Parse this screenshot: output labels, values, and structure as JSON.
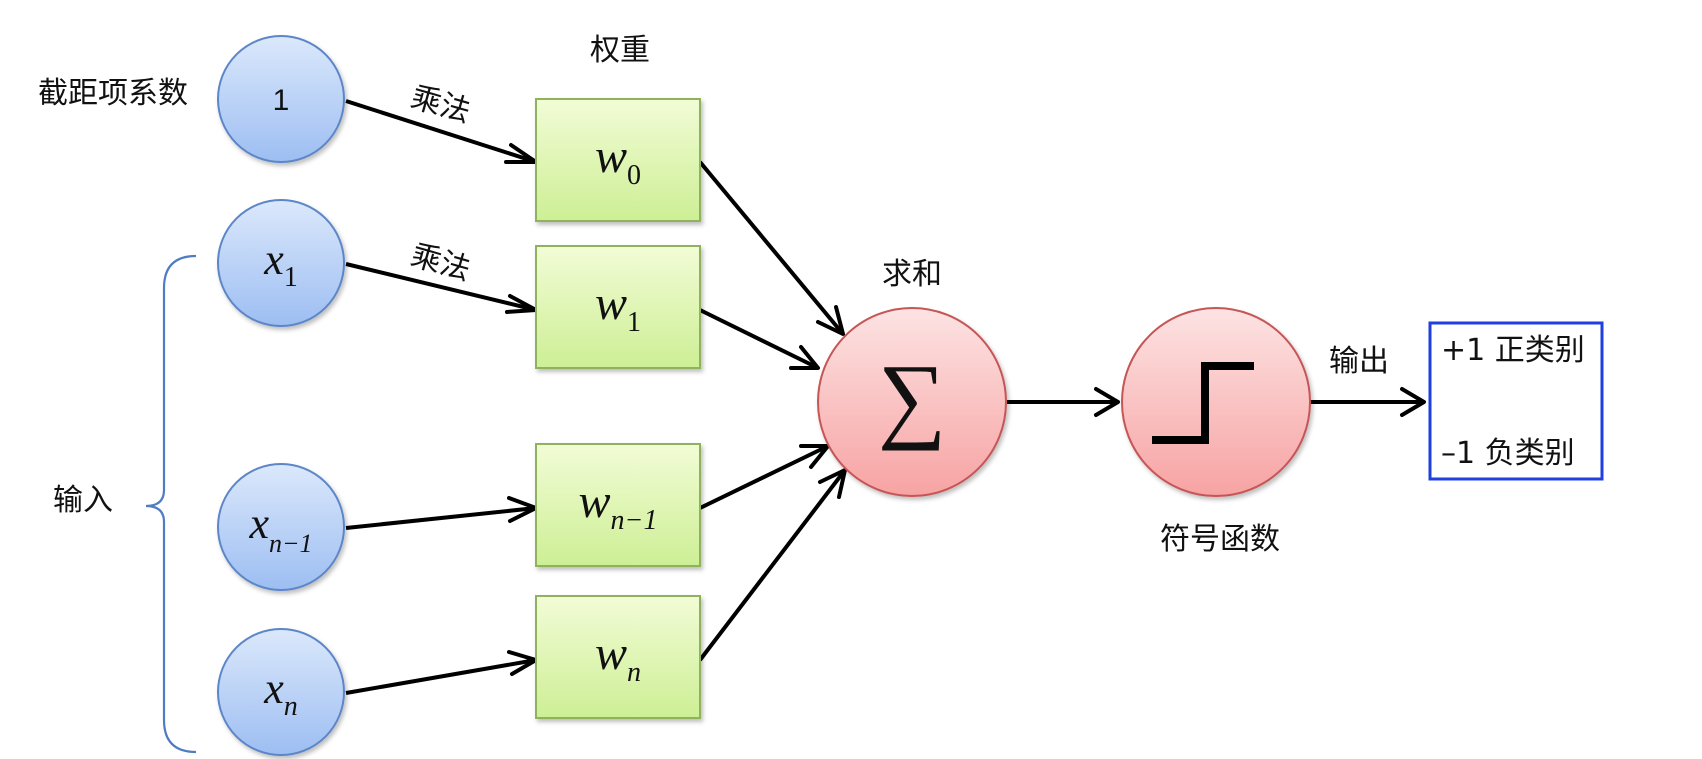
{
  "labels": {
    "weights_header": "权重",
    "intercept_label": "截距项系数",
    "inputs_label": "输入",
    "multiply_top": "乘法",
    "multiply_mid": "乘法",
    "sum_label": "求和",
    "sign_function_label": "符号函数",
    "output_label": "输出"
  },
  "bias_node": {
    "text": "1"
  },
  "input_nodes": [
    {
      "var": "x",
      "sub": "1"
    },
    {
      "var": "x",
      "sub": "n−1"
    },
    {
      "var": "x",
      "sub": "n"
    }
  ],
  "weight_boxes": [
    {
      "var": "w",
      "sub": "0"
    },
    {
      "var": "w",
      "sub": "1"
    },
    {
      "var": "w",
      "sub": "n−1"
    },
    {
      "var": "w",
      "sub": "n"
    }
  ],
  "sum_node": {
    "symbol": "∑"
  },
  "output_classes": {
    "positive": "+1 正类别",
    "negative": "–1 负类别"
  },
  "colors": {
    "input_fill_top": "#dbe8fb",
    "input_fill_bottom": "#9dbef2",
    "input_stroke": "#5b86c8",
    "weight_fill_top": "#f2fcd6",
    "weight_fill_bottom": "#cdef95",
    "weight_stroke": "#8fb35c",
    "node_fill_top": "#fde3e3",
    "node_fill_bottom": "#f7a3a3",
    "node_stroke": "#c65555",
    "output_box_stroke": "#1f3fe0",
    "brace": "#4f7cc3"
  }
}
